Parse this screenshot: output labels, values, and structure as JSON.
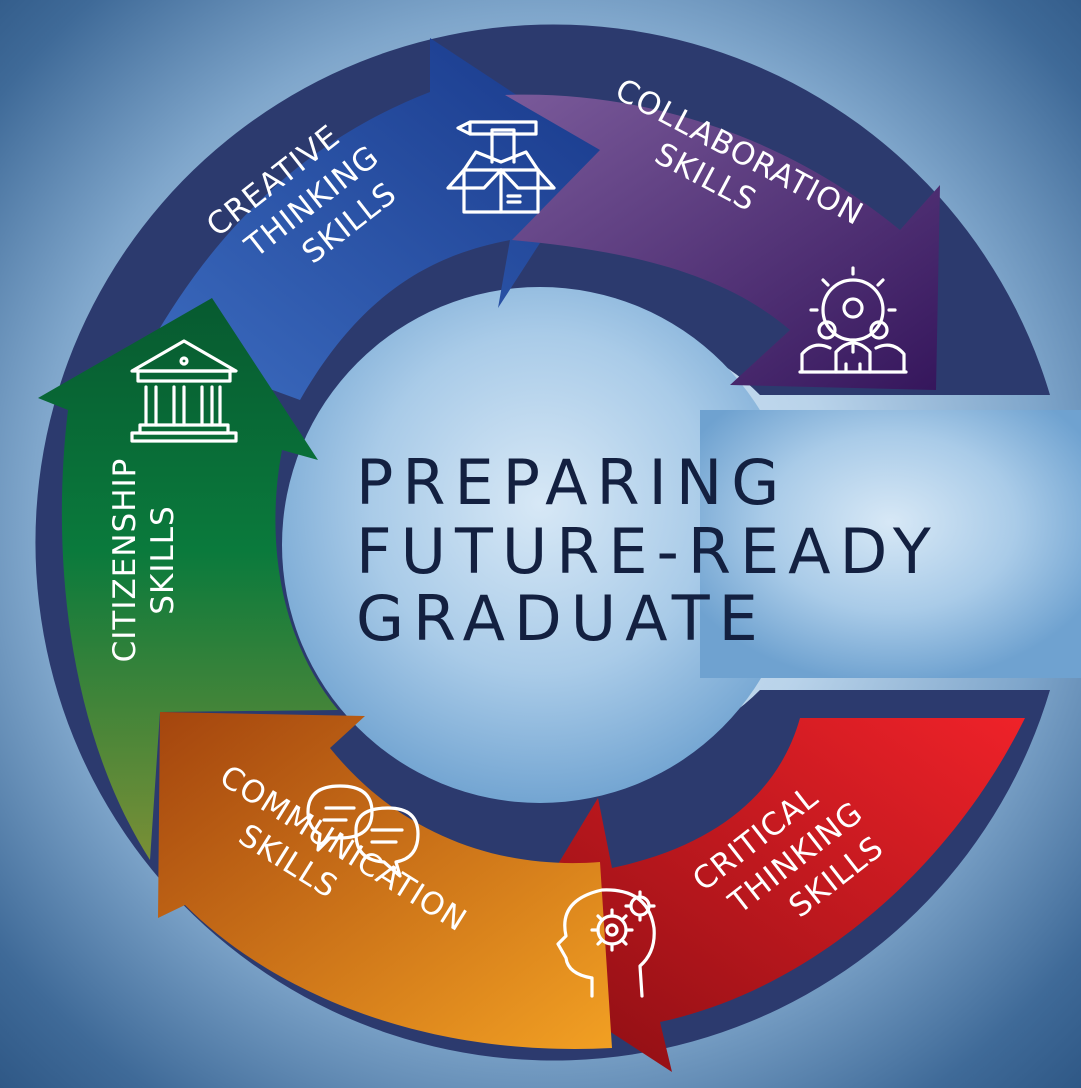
{
  "title": {
    "line1": "PREPARING",
    "line2": "FUTURE-READY",
    "line3": "GRADUATE"
  },
  "segments": {
    "creative": {
      "line1": "CREATIVE",
      "line2": "THINKING",
      "line3": "SKILLS",
      "icon": "box-pencil-icon"
    },
    "collaboration": {
      "line1": "COLLABORATION",
      "line2": "SKILLS",
      "icon": "team-gear-icon"
    },
    "critical": {
      "line1": "CRITICAL",
      "line2": "THINKING",
      "line3": "SKILLS",
      "icon": "head-gears-icon"
    },
    "communication": {
      "line1": "COMMUNICATION",
      "line2": "SKILLS",
      "icon": "speech-bubbles-icon"
    },
    "citizenship": {
      "line1": "CITIZENSHIP",
      "line2": "SKILLS",
      "icon": "government-building-icon"
    }
  },
  "colors": {
    "ring": "#2c3a6e",
    "creative": [
      "#2f5fb0",
      "#1d3e8c"
    ],
    "collaboration": [
      "#6a4a8f",
      "#3e1b66"
    ],
    "critical": [
      "#e8232a",
      "#8f1015"
    ],
    "communication": [
      "#f29a22",
      "#a8480f"
    ],
    "citizenship": [
      "#6f8d3a",
      "#0a6e3e"
    ],
    "title_text": "#132040"
  }
}
